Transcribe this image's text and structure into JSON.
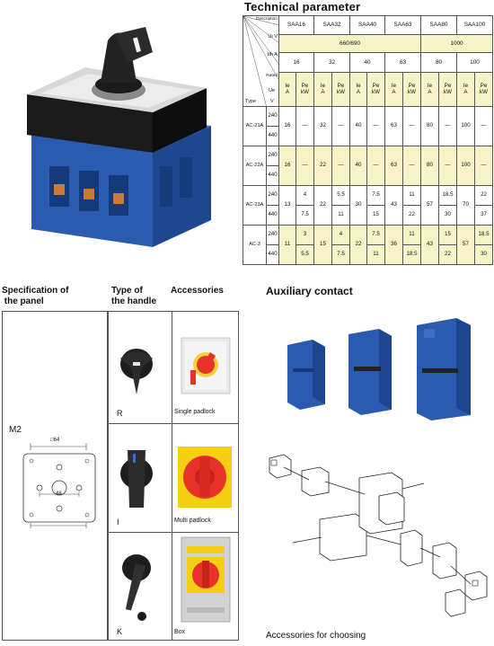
{
  "technical_title": "Technical parameter",
  "table": {
    "diag_labels": {
      "description": "Description",
      "ui": "Ui  V",
      "ith": "Ith  A",
      "rated": "Rated",
      "ue": "Ue",
      "ue_v": "V",
      "type": "Type"
    },
    "models": [
      "SAA16",
      "SAA32",
      "SAA40",
      "SAA63",
      "SAA80",
      "SAA100"
    ],
    "ui": [
      "660/690",
      "1000"
    ],
    "ith": [
      "16",
      "32",
      "40",
      "63",
      "80",
      "100"
    ],
    "sub": {
      "ie": "Ie",
      "ie_unit": "A",
      "pe": "Pe",
      "pe_unit": "kW"
    },
    "voltages": [
      "240",
      "440"
    ],
    "rows": [
      {
        "type": "AC-21A",
        "values": [
          "16",
          "—",
          "32",
          "—",
          "40",
          "—",
          "63",
          "—",
          "80",
          "—",
          "100",
          "—"
        ]
      },
      {
        "type": "AC-22A",
        "values": [
          "16",
          "—",
          "22",
          "—",
          "40",
          "—",
          "63",
          "—",
          "80",
          "—",
          "100",
          "—"
        ]
      },
      {
        "type": "AC-23A",
        "ie": [
          "13",
          "22",
          "30",
          "43",
          "57",
          "70"
        ],
        "pe240": [
          "4",
          "5.5",
          "7.5",
          "11",
          "18.5",
          "22"
        ],
        "pe440": [
          "7.5",
          "11",
          "15",
          "22",
          "30",
          "37"
        ]
      },
      {
        "type": "AC-3",
        "ie": [
          "11",
          "15",
          "22",
          "36",
          "43",
          "57"
        ],
        "pe240": [
          "3",
          "4",
          "7.5",
          "11",
          "15",
          "18.5"
        ],
        "pe440": [
          "5.5",
          "7.5",
          "11",
          "18.5",
          "22",
          "30"
        ]
      }
    ]
  },
  "sections": {
    "spec_line1": "Specification of",
    "spec_line2": " the panel",
    "type_line1": "Type of",
    "type_line2": "the handle",
    "accessories": "Accessories",
    "auxiliary": "Auxiliary contact"
  },
  "panel": {
    "model": "M2",
    "dim_top": "□64",
    "dim_mid": "48"
  },
  "handles": [
    "R",
    "I",
    "K"
  ],
  "accessories_items": [
    "Single padlock",
    "Multi padlock",
    "Box"
  ],
  "aux_caption": "Accessories for choosing",
  "colors": {
    "blue": "#2d5fb3",
    "red": "#e8322a",
    "yellow": "#f5cf12",
    "table_fill": "#f6f3c7"
  }
}
